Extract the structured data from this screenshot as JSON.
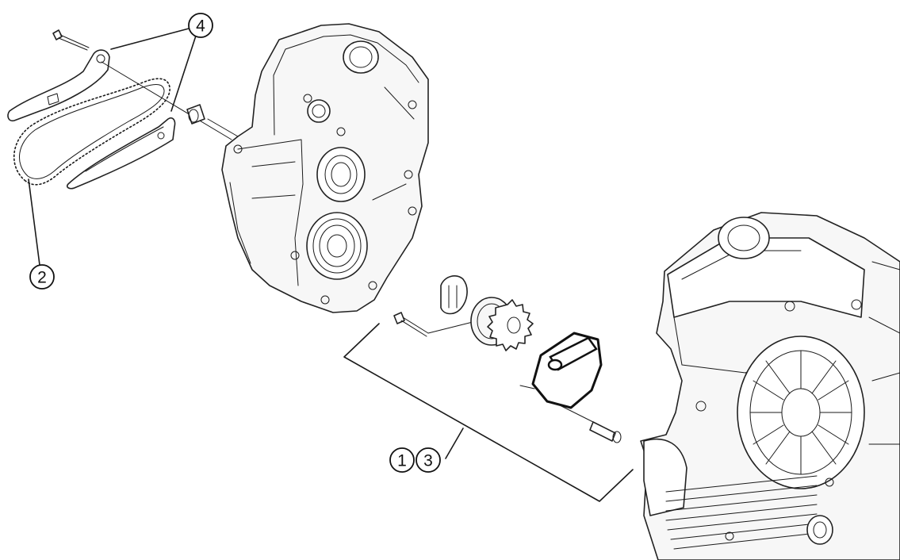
{
  "callouts": {
    "c1": "1",
    "c2": "2",
    "c3": "3",
    "c4": "4"
  },
  "colors": {
    "ink": "#1a1a1a",
    "fill": "#f7f7f7",
    "background": "#ffffff"
  }
}
